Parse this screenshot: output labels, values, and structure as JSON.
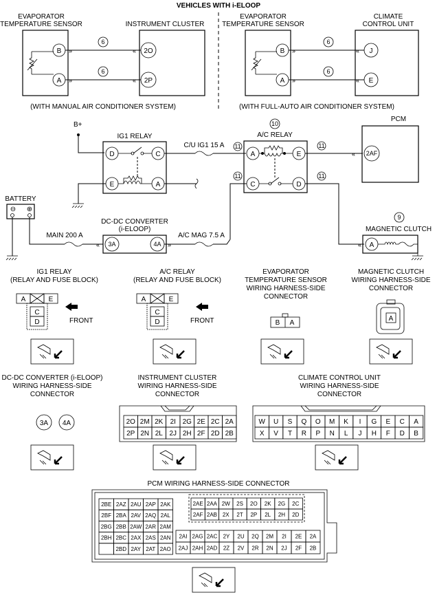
{
  "header": {
    "title": "VEHICLES WITH i-ELOOP"
  },
  "top_left": {
    "sensor_label": [
      "EVAPORATOR",
      "TEMPERATURE SENSOR"
    ],
    "cluster_label": "INSTRUMENT CLUSTER",
    "pins_sensor": [
      "B",
      "A"
    ],
    "pins_cluster": [
      "2O",
      "2P"
    ],
    "wire_ref": "6",
    "caption": "(WITH MANUAL AIR CONDITIONER SYSTEM)"
  },
  "top_right": {
    "sensor_label": [
      "EVAPORATOR",
      "TEMPERATURE SENSOR"
    ],
    "unit_label": [
      "CLIMATE",
      "CONTROL UNIT"
    ],
    "pins_sensor": [
      "B",
      "A"
    ],
    "pins_unit": [
      "J",
      "E"
    ],
    "wire_ref": "6",
    "caption": "(WITH FULL-AUTO AIR CONDITIONER SYSTEM)"
  },
  "middle": {
    "bplus": "B+",
    "ig1_relay": "IG1 RELAY",
    "ig1_pins": [
      "D",
      "C",
      "E",
      "A"
    ],
    "fuse_cu": "C/U IG1 15 A",
    "ac_relay": "A/C RELAY",
    "ac_relay_ref": "10",
    "ac_pins": [
      "A",
      "E",
      "C",
      "D"
    ],
    "wire_ref11": "11",
    "pcm": "PCM",
    "pcm_pin": "2AF",
    "battery": "BATTERY",
    "battery_minus": "⊖",
    "battery_plus": "⊕",
    "main_fuse": "MAIN 200 A",
    "dcdc": [
      "DC-DC CONVERTER",
      "(i-ELOOP)"
    ],
    "dcdc_pins": [
      "3A",
      "4A"
    ],
    "fuse_mag": "A/C MAG 7.5 A",
    "mag_ref": "9",
    "mag_clutch": "MAGNETIC CLUTCH",
    "mag_pin": "A"
  },
  "connectors_row1": {
    "ig1": {
      "title": [
        "IG1 RELAY",
        "(RELAY AND FUSE BLOCK)"
      ],
      "cells": [
        "A",
        "E",
        "C",
        "D"
      ],
      "front": "FRONT"
    },
    "ac": {
      "title": [
        "A/C RELAY",
        "(RELAY AND FUSE BLOCK)"
      ],
      "cells": [
        "A",
        "E",
        "C",
        "D"
      ],
      "front": "FRONT"
    },
    "evap": {
      "title": [
        "EVAPORATOR",
        "TEMPERATURE SENSOR",
        "WIRING HARNESS-SIDE",
        "CONNECTOR"
      ],
      "cells": [
        "B",
        "A"
      ]
    },
    "mag": {
      "title": [
        "MAGNETIC CLUTCH",
        "WIRING HARNESS-SIDE",
        "CONNECTOR"
      ],
      "cells": [
        "A"
      ]
    }
  },
  "connectors_row2": {
    "dcdc": {
      "title": [
        "DC-DC CONVERTER (i-ELOOP)",
        "WIRING HARNESS-SIDE",
        "CONNECTOR"
      ],
      "cells": [
        "3A",
        "4A"
      ]
    },
    "cluster": {
      "title": [
        "INSTRUMENT CLUSTER",
        "WIRING HARNESS-SIDE",
        "CONNECTOR"
      ],
      "row1": [
        "2O",
        "2M",
        "2K",
        "2I",
        "2G",
        "2E",
        "2C",
        "2A"
      ],
      "row2": [
        "2P",
        "2N",
        "2L",
        "2J",
        "2H",
        "2F",
        "2D",
        "2B"
      ]
    },
    "climate": {
      "title": [
        "CLIMATE CONTROL UNIT",
        "WIRING HARNESS-SIDE",
        "CONNECTOR"
      ],
      "row1": [
        "W",
        "U",
        "S",
        "Q",
        "O",
        "M",
        "K",
        "I",
        "G",
        "E",
        "C",
        "A"
      ],
      "row2": [
        "X",
        "V",
        "T",
        "R",
        "P",
        "N",
        "L",
        "J",
        "H",
        "F",
        "D",
        "B"
      ]
    }
  },
  "pcm_connector": {
    "title": "PCM WIRING HARNESS-SIDE CONNECTOR",
    "left_block": [
      [
        "2BE",
        "2AZ",
        "2AU",
        "2AP",
        "2AK"
      ],
      [
        "2BF",
        "2BA",
        "2AV",
        "2AQ",
        "2AL"
      ],
      [
        "2BG",
        "2BB",
        "2AW",
        "2AR",
        "2AM"
      ],
      [
        "2BH",
        "2BC",
        "2AX",
        "2AS",
        "2AN"
      ],
      [
        "",
        "2BD",
        "2AY",
        "2AT",
        "2AO"
      ]
    ],
    "upper_right": [
      [
        "2AE",
        "2AA",
        "2W",
        "2S",
        "2O",
        "2K",
        "2G",
        "2C"
      ],
      [
        "2AF",
        "2AB",
        "2X",
        "2T",
        "2P",
        "2L",
        "2H",
        "2D"
      ]
    ],
    "lower_right": [
      [
        "2AI",
        "2AG",
        "2AC",
        "2Y",
        "2U",
        "2Q",
        "2M",
        "2I",
        "2E",
        "2A"
      ],
      [
        "2AJ",
        "2AH",
        "2AD",
        "2Z",
        "2V",
        "2R",
        "2N",
        "2J",
        "2F",
        "2B"
      ]
    ]
  }
}
